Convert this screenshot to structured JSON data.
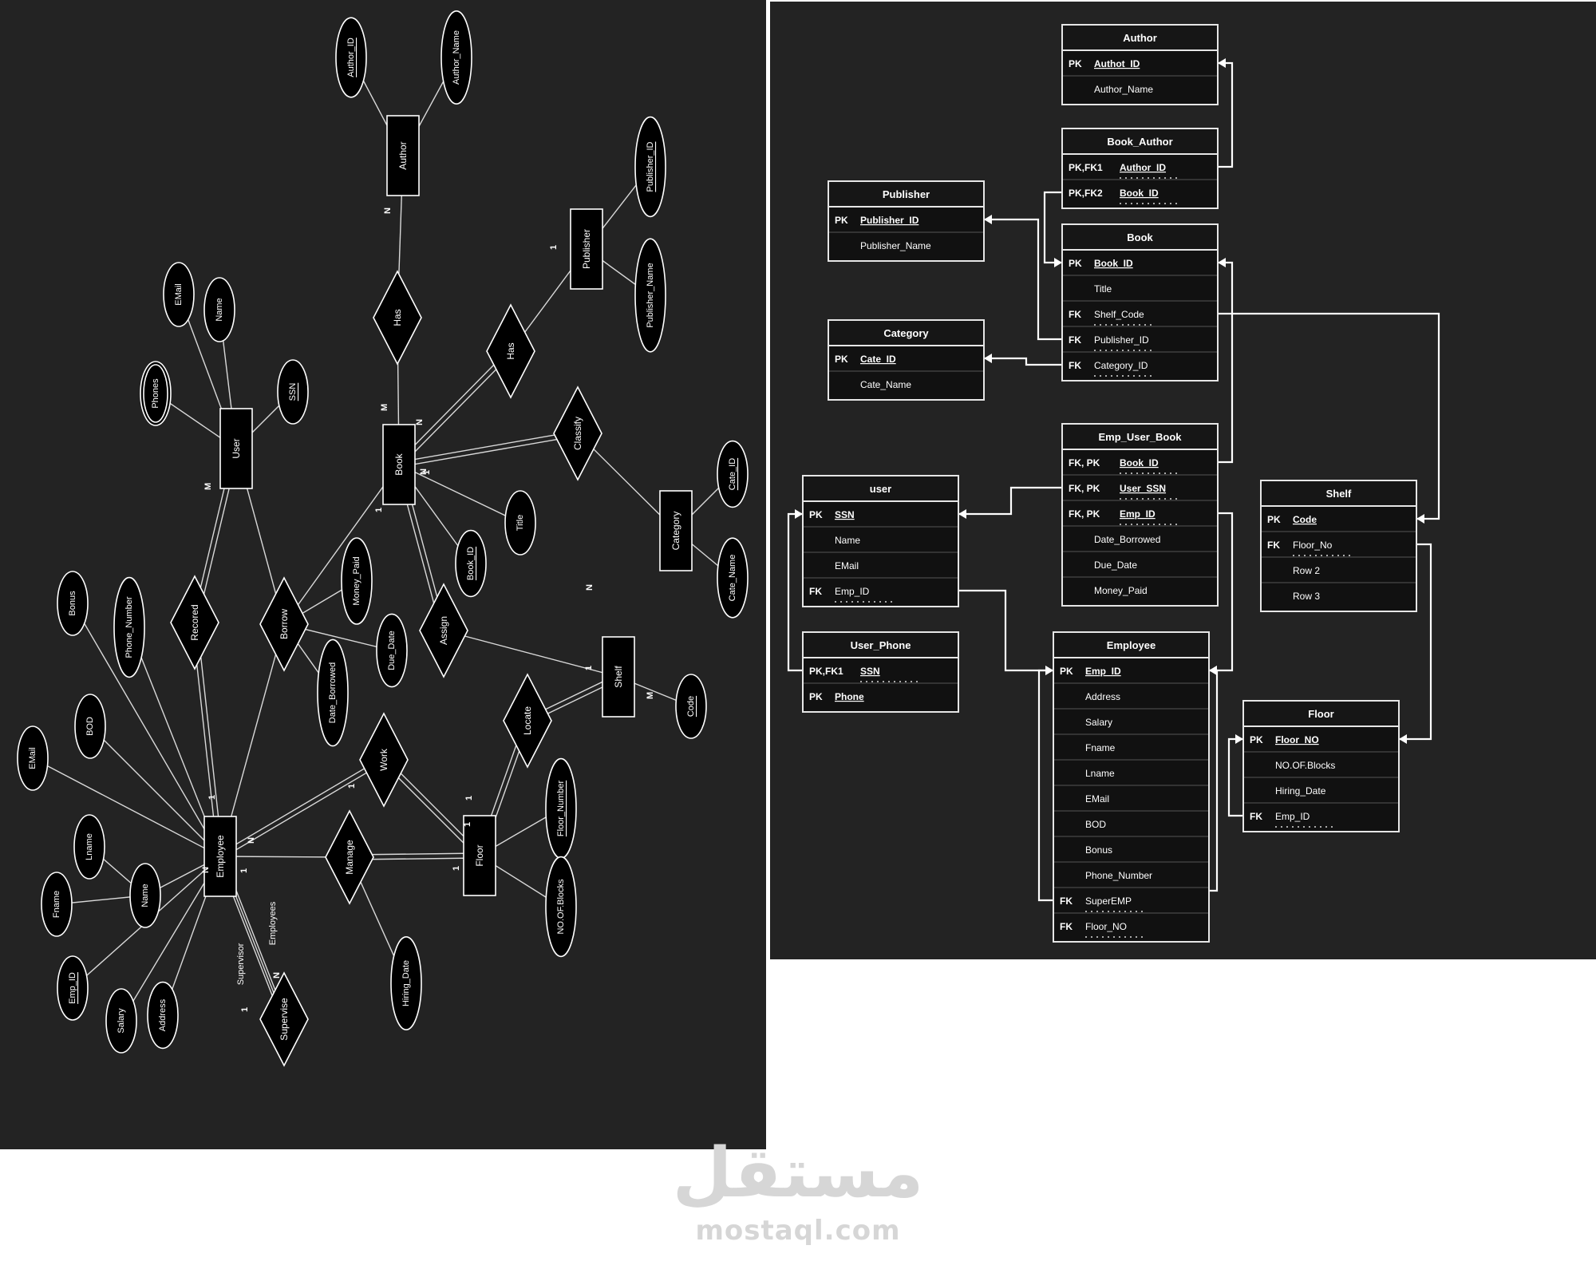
{
  "colors": {
    "panel_bg": "#232323",
    "shape_fill": "#000000",
    "stroke": "#ffffff",
    "page_bg": "#ffffff",
    "watermark": "#d6d6d6"
  },
  "er": {
    "entities": [
      {
        "id": "author",
        "label": "Author"
      },
      {
        "id": "publisher",
        "label": "Publisher"
      },
      {
        "id": "user",
        "label": "User"
      },
      {
        "id": "book",
        "label": "Book"
      },
      {
        "id": "category",
        "label": "Category"
      },
      {
        "id": "shelf",
        "label": "Shelf"
      },
      {
        "id": "employee",
        "label": "Employee"
      },
      {
        "id": "floor",
        "label": "Floor"
      }
    ],
    "relationships": [
      {
        "id": "has1",
        "label": "Has"
      },
      {
        "id": "has2",
        "label": "Has"
      },
      {
        "id": "classify",
        "label": "Classify"
      },
      {
        "id": "recored",
        "label": "Recored"
      },
      {
        "id": "borrow",
        "label": "Borrow"
      },
      {
        "id": "assign",
        "label": "Assign"
      },
      {
        "id": "locate",
        "label": "Locate"
      },
      {
        "id": "work",
        "label": "Work"
      },
      {
        "id": "manage",
        "label": "Manage"
      },
      {
        "id": "supervise",
        "label": "Supervise"
      }
    ],
    "attributes": [
      {
        "id": "author_id",
        "label": "Author_ID",
        "key": true
      },
      {
        "id": "author_name",
        "label": "Author_Name"
      },
      {
        "id": "publisher_id",
        "label": "Publisher_ID",
        "key": true
      },
      {
        "id": "publisher_name",
        "label": "Publisher_Name"
      },
      {
        "id": "user_email",
        "label": "EMail"
      },
      {
        "id": "user_name",
        "label": "Name"
      },
      {
        "id": "user_phones",
        "label": "Phones",
        "multivalued": true
      },
      {
        "id": "user_ssn",
        "label": "SSN",
        "key": true
      },
      {
        "id": "cate_id",
        "label": "Cate_ID",
        "key": true
      },
      {
        "id": "cate_name",
        "label": "Cate_Name"
      },
      {
        "id": "title",
        "label": "Title"
      },
      {
        "id": "book_id",
        "label": "Book_ID",
        "key": true
      },
      {
        "id": "money_paid",
        "label": "Money_Paid"
      },
      {
        "id": "due_date",
        "label": "Due_Date"
      },
      {
        "id": "date_borrowed",
        "label": "Date_Borrowed"
      },
      {
        "id": "code",
        "label": "Code",
        "key": true
      },
      {
        "id": "floor_number",
        "label": "Floor_Number",
        "key": true
      },
      {
        "id": "no_of_blocks",
        "label": "NO.OF.Blocks"
      },
      {
        "id": "hiring_date",
        "label": "Hiring_Date"
      },
      {
        "id": "bonus",
        "label": "Bonus"
      },
      {
        "id": "phone_number",
        "label": "Phone_Number"
      },
      {
        "id": "bod",
        "label": "BOD"
      },
      {
        "id": "emp_email",
        "label": "EMail"
      },
      {
        "id": "lname",
        "label": "Lname"
      },
      {
        "id": "fname",
        "label": "Fname"
      },
      {
        "id": "emp_name",
        "label": "Name"
      },
      {
        "id": "emp_id",
        "label": "Emp_ID",
        "key": true
      },
      {
        "id": "salary",
        "label": "Salary"
      },
      {
        "id": "address",
        "label": "Address"
      }
    ],
    "cardinalities": [
      "N",
      "M",
      "1",
      "N",
      "1",
      "M",
      "N",
      "1",
      "N",
      "M",
      "1",
      "N",
      "1",
      "1",
      "1",
      "1",
      "N",
      "1",
      "1",
      "N",
      "1"
    ],
    "role_labels": {
      "supervisor": "Supervisor",
      "employees": "Employees"
    }
  },
  "schema": {
    "tables": [
      {
        "id": "Author",
        "title": "Author",
        "rows": [
          {
            "k": "PK",
            "f": "Authot_ID",
            "u": true
          },
          {
            "k": "",
            "f": "Author_Name"
          }
        ]
      },
      {
        "id": "Book_Author",
        "title": "Book_Author",
        "rows": [
          {
            "k": "PK,FK1",
            "f": "Author_ID",
            "u": true,
            "d": true
          },
          {
            "k": "PK,FK2",
            "f": "Book_ID",
            "u": true,
            "d": true
          }
        ]
      },
      {
        "id": "Publisher",
        "title": "Publisher",
        "rows": [
          {
            "k": "PK",
            "f": "Publisher_ID",
            "u": true
          },
          {
            "k": "",
            "f": "Publisher_Name"
          }
        ]
      },
      {
        "id": "Book",
        "title": "Book",
        "rows": [
          {
            "k": "PK",
            "f": "Book_ID",
            "u": true
          },
          {
            "k": "",
            "f": "Title"
          },
          {
            "k": "FK",
            "f": "Shelf_Code",
            "d": true
          },
          {
            "k": "FK",
            "f": "Publisher_ID",
            "d": true
          },
          {
            "k": "FK",
            "f": "Category_ID",
            "d": true
          }
        ]
      },
      {
        "id": "Category",
        "title": "Category",
        "rows": [
          {
            "k": "PK",
            "f": "Cate_ID",
            "u": true
          },
          {
            "k": "",
            "f": "Cate_Name"
          }
        ]
      },
      {
        "id": "Emp_User_Book",
        "title": "Emp_User_Book",
        "rows": [
          {
            "k": "FK, PK",
            "f": "Book_ID",
            "u": true,
            "d": true
          },
          {
            "k": "FK, PK",
            "f": "User_SSN",
            "u": true,
            "d": true
          },
          {
            "k": "FK, PK",
            "f": "Emp_ID",
            "u": true,
            "d": true
          },
          {
            "k": "",
            "f": "Date_Borrowed"
          },
          {
            "k": "",
            "f": "Due_Date"
          },
          {
            "k": "",
            "f": "Money_Paid"
          }
        ]
      },
      {
        "id": "user",
        "title": "user",
        "rows": [
          {
            "k": "PK",
            "f": "SSN",
            "u": true
          },
          {
            "k": "",
            "f": "Name"
          },
          {
            "k": "",
            "f": "EMail"
          },
          {
            "k": "FK",
            "f": "Emp_ID",
            "d": true
          }
        ]
      },
      {
        "id": "User_Phone",
        "title": "User_Phone",
        "rows": [
          {
            "k": "PK,FK1",
            "f": "SSN",
            "u": true,
            "d": true
          },
          {
            "k": "PK",
            "f": "Phone",
            "u": true
          }
        ]
      },
      {
        "id": "Shelf",
        "title": "Shelf",
        "rows": [
          {
            "k": "PK",
            "f": "Code",
            "u": true
          },
          {
            "k": "FK",
            "f": "Floor_No",
            "d": true
          },
          {
            "k": "",
            "f": "Row 2"
          },
          {
            "k": "",
            "f": "Row 3"
          }
        ]
      },
      {
        "id": "Employee",
        "title": "Employee",
        "rows": [
          {
            "k": "PK",
            "f": "Emp_ID",
            "u": true
          },
          {
            "k": "",
            "f": "Address"
          },
          {
            "k": "",
            "f": "Salary"
          },
          {
            "k": "",
            "f": "Fname"
          },
          {
            "k": "",
            "f": "Lname"
          },
          {
            "k": "",
            "f": "EMail"
          },
          {
            "k": "",
            "f": "BOD"
          },
          {
            "k": "",
            "f": "Bonus"
          },
          {
            "k": "",
            "f": "Phone_Number"
          },
          {
            "k": "FK",
            "f": "SuperEMP",
            "d": true
          },
          {
            "k": "FK",
            "f": "Floor_NO",
            "d": true
          }
        ]
      },
      {
        "id": "Floor",
        "title": "Floor",
        "rows": [
          {
            "k": "PK",
            "f": "Floor_NO",
            "u": true
          },
          {
            "k": "",
            "f": "NO.OF.Blocks"
          },
          {
            "k": "",
            "f": "Hiring_Date"
          },
          {
            "k": "FK",
            "f": "Emp_ID",
            "d": true
          }
        ]
      }
    ]
  },
  "watermark": {
    "arabic": "مستقل",
    "latin": "mostaql.com"
  }
}
